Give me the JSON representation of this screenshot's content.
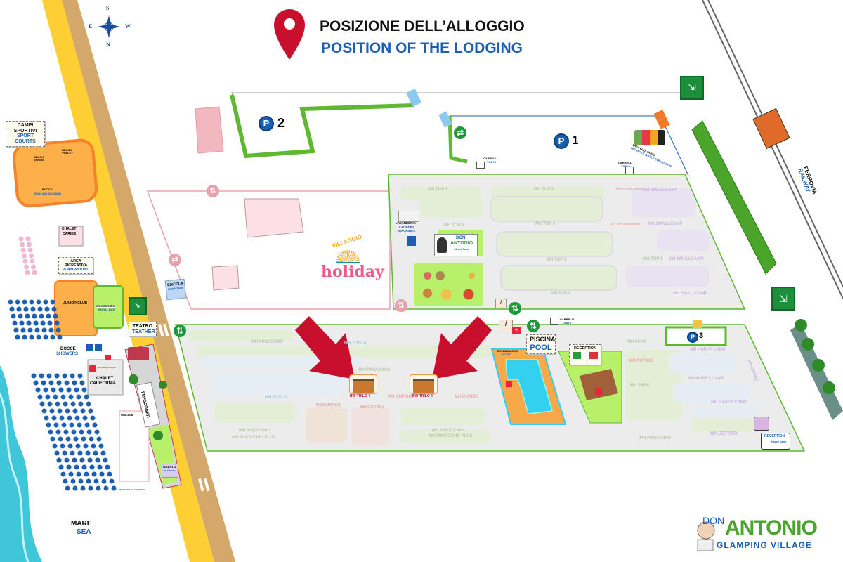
{
  "title": {
    "it": "POSIZIONE DELL’ALLOGGIO",
    "en": "POSITION OF THE LODGING",
    "pin_icon": "map-pin-icon",
    "pin_color": "#c8102e"
  },
  "compass": {
    "n": "N",
    "s": "S",
    "e": "E",
    "w": "W"
  },
  "parkings": [
    {
      "label": "2"
    },
    {
      "label": "1"
    },
    {
      "label": "3"
    }
  ],
  "holiday": {
    "top": "VILLAGGIO",
    "word": "holiday"
  },
  "beach": {
    "sport_courts": {
      "it1": "CAMPI",
      "it2": "SPORTIVI",
      "en1": "SPORT",
      "en2": "COURTS"
    },
    "beach_tennis": "BEACH TENNIS",
    "beach_volley": "BEACH VOLLEY",
    "bocce": {
      "it": "BOCCE",
      "en": "BOWLING ON SAND"
    },
    "chalet_caribe": {
      "l1": "CHALET",
      "l2": "CARIBE"
    },
    "playground": {
      "it1": "AREA",
      "it2": "RICREATIVA",
      "en": "PLAYGROUND"
    },
    "junior_club": "JUNIOR CLUB",
    "bike_rental": {
      "it": "NOLEGGIO BICI",
      "en": "RENTAL BIKE"
    },
    "showers": {
      "it": "DOCCE",
      "en": "SHOWERS"
    },
    "chalet_california": {
      "l1": "CHALET",
      "l2": "CALIFORNIA"
    },
    "defibrillator": "DEFIBRILLATORE",
    "teatro": {
      "it": "TEATRO",
      "en": "TEATHER"
    },
    "frescobar": "FRESCOBAR",
    "miniclub": "MINICLUB",
    "gelato": {
      "it": "GELATO",
      "en": "ICE CREAM"
    },
    "inflatables": "INFLATABLES CANOOSE",
    "edicola": {
      "it": "EDICOLA",
      "en": "NEWSSTAND"
    },
    "sea": {
      "it": "MARE",
      "en": "SEA"
    }
  },
  "railway": {
    "it": "FERROVIA",
    "en": "RAILWAY"
  },
  "services": {
    "trays": [
      {
        "it": "CARRELLI",
        "en": "TRAYS"
      },
      {
        "it": "CARRELLI",
        "en": "TRAYS"
      },
      {
        "it": "CARRELLI",
        "en": "TRAYS"
      }
    ],
    "eco": {
      "it": "AREA ECOLOGICA",
      "en": "SEPARATE WASTE COLLECTION"
    },
    "laundry": {
      "it": "LAVANDERIA",
      "en": "LAUNDRY MACHINES"
    },
    "street_food": {
      "l1": "DON",
      "l2": "ANTONIO",
      "l3": "Street Food"
    },
    "pool": {
      "it": "PISCINA",
      "en": "POOL"
    },
    "jacuzzi": {
      "it": "IDROMASSAGGIO",
      "en": "JACUZZI"
    },
    "reception": "RECEPTION",
    "reception2": "RECEPTION",
    "happy_camp_brand": "Happy Camp"
  },
  "zones_top": [
    "MH TOP 1",
    "MH TOP 3",
    "MH TOP 4 GLAMPING",
    "MH SMALLCAMP",
    "MH TOP 4",
    "MH TOP 4",
    "MH TOP 4 GLAMPING",
    "MH SMALLCAMP",
    "MH TOP 4",
    "MH TOP 1",
    "MH SMALLCAMP",
    "MH TOP 4",
    "MH SMALLCAMP"
  ],
  "zones_bottom": [
    "MH PINOCCHIO",
    "MH TOSCA",
    "MH PINOCCHIO",
    "MH TOSCA",
    "MH CUPIDO",
    "MH CUPIDO",
    "RESIDENCE",
    "MH CUPIDO",
    "MH PINOCCHIO",
    "MH PINOCCHIO PLUS",
    "MH PINOCCHIO",
    "MH PINOCCHIO PLUS",
    "MH PARK",
    "MH CUPIDO",
    "MH PARK",
    "MH PINOCCHIO",
    "MH HAPPY CAMP",
    "MH HAPPY CAMP",
    "MH HAPPY CAMP",
    "MH ZEFIRO",
    "MH ZEFIRO"
  ],
  "lodging": [
    {
      "label": "BW TRILO 4"
    },
    {
      "label": "BW TRILO 4"
    }
  ],
  "logo": {
    "top": "DON",
    "main": "ANTONIO",
    "sub": "GLAMPING VILLAGE"
  },
  "colors": {
    "arrow": "#c8102e",
    "sand": "#fdcf33",
    "path": "#d4a86a",
    "grass": "#5fb832",
    "pool": "#34d0f0",
    "sea": "#3fc6d8"
  }
}
